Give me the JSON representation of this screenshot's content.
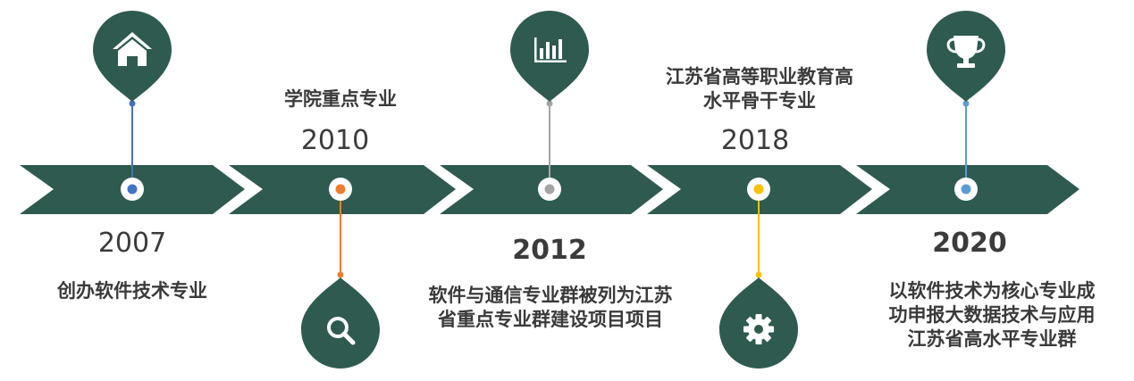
{
  "colors": {
    "arrow": "#2f5a4f",
    "pin": "#2f5a4f",
    "stem_2007": "#4472c4",
    "stem_2010": "#ed7d31",
    "stem_2012": "#a5a5a5",
    "stem_2018": "#ffc000",
    "stem_2020": "#5b9bd5"
  },
  "milestones": [
    {
      "year": "2007",
      "desc_lines": [
        "创办软件技术专业"
      ],
      "icon": "home-icon"
    },
    {
      "year": "2010",
      "desc_lines": [
        "学院重点专业"
      ],
      "icon": "search-icon"
    },
    {
      "year": "2012",
      "desc_lines": [
        "软件与通信专业群被列为江苏",
        "省重点专业群建设项目项目"
      ],
      "icon": "bar-chart-icon"
    },
    {
      "year": "2018",
      "desc_lines": [
        "江苏省高等职业教育高",
        "水平骨干专业"
      ],
      "icon": "gear-icon"
    },
    {
      "year": "2020",
      "desc_lines": [
        "以软件技术为核心专业成",
        "功申报大数据技术与应用",
        "江苏省高水平专业群"
      ],
      "icon": "trophy-icon"
    }
  ]
}
